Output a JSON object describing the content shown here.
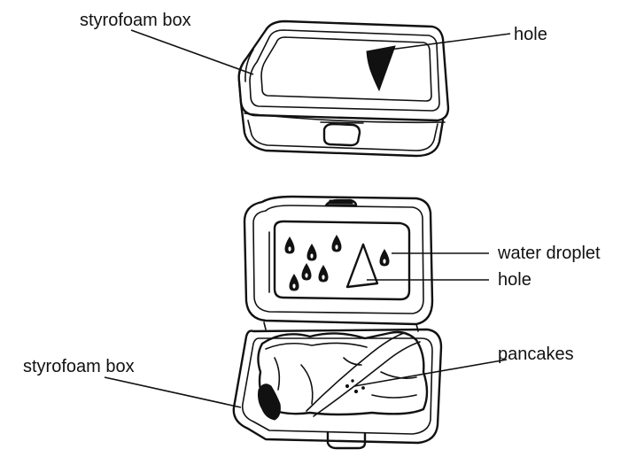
{
  "labels": {
    "top_box": "styrofoam box",
    "top_hole": "hole",
    "water_droplet": "water droplet",
    "inner_hole": "hole",
    "pancakes": "pancakes",
    "bottom_box": "styrofoam box"
  },
  "colors": {
    "ink": "#111111",
    "background": "#ffffff"
  }
}
